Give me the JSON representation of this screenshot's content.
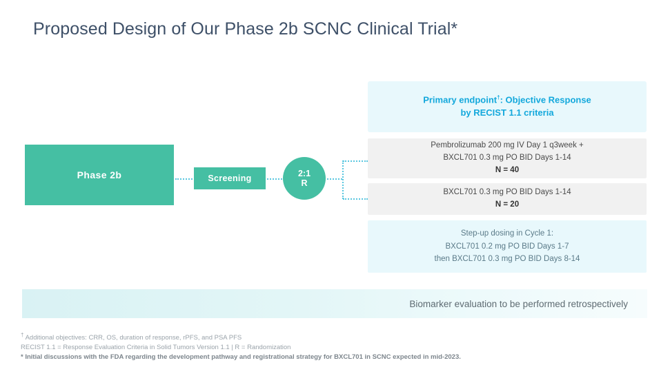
{
  "slide": {
    "title": "Proposed Design of Our Phase 2b SCNC Clinical Trial*"
  },
  "flow": {
    "phase_label": "Phase 2b",
    "screening_label": "Screening",
    "randomization": {
      "ratio": "2:1",
      "letter": "R"
    }
  },
  "endpoint": {
    "marker": "†",
    "line1_before": "Primary endpoint",
    "line1_after": ": Objective Response",
    "line2": "by RECIST 1.1 criteria"
  },
  "arms": [
    {
      "line1": "Pembrolizumab 200 mg IV Day 1 q3week +",
      "line2": "BXCL701 0.3 mg PO BID Days 1-14",
      "n_label": "N = 40"
    },
    {
      "line1": "BXCL701 0.3 mg PO BID Days 1-14",
      "n_label": "N = 20"
    }
  ],
  "stepup": {
    "line1": "Step-up dosing in Cycle 1:",
    "line2": "BXCL701 0.2 mg PO BID Days 1-7",
    "line3": "then BXCL701 0.3 mg PO BID Days 8-14"
  },
  "biomarker": {
    "text": "Biomarker evaluation to be performed retrospectively"
  },
  "footnotes": {
    "marker1": "†",
    "line1": " Additional objectives: CRR, OS, duration of response, rPFS, and PSA PFS",
    "line2": "RECIST 1.1 = Response Evaluation Criteria in Solid Tumors Version 1.1 | R = Randomization",
    "line3": "* Initial discussions with the FDA regarding the development pathway and registrational strategy for BXCL701 in SCNC expected in mid-2023."
  },
  "colors": {
    "teal": "#45BFA3",
    "endpoint_blue": "#13A8DC",
    "endpoint_bg": "#E8F8FC",
    "arm_bg": "#F1F1F1",
    "title": "#3E5068",
    "connector": "#58C6DF"
  }
}
